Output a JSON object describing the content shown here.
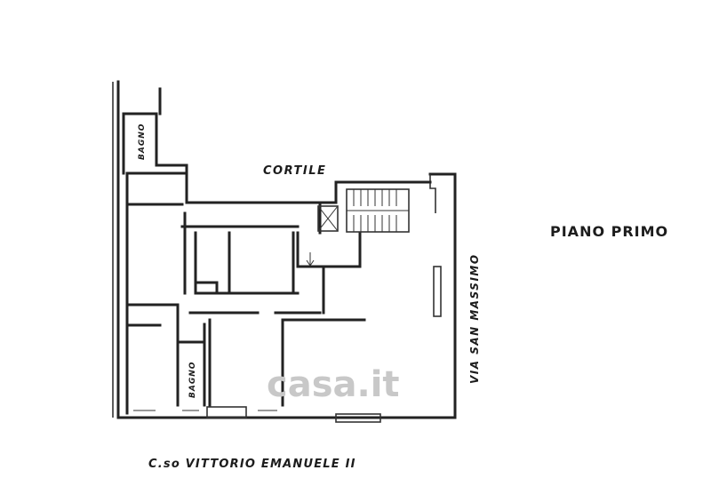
{
  "labels": {
    "courtyard": "CORTILE",
    "floor": "PIANO PRIMO",
    "street_side": "VIA SAN MASSIMO",
    "street_main": "C.so VITTORIO EMANUELE II",
    "bath_upper": "BAGNO",
    "bath_lower": "BAGNO"
  },
  "watermark": {
    "text": "casa.it"
  }
}
